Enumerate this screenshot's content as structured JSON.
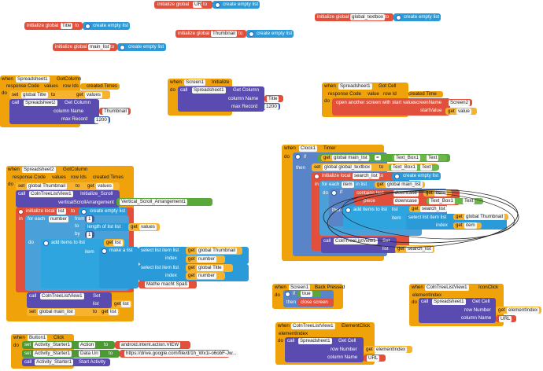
{
  "labels": {
    "initialize_global": "initialize global",
    "initialize_local": "initialize local",
    "to": "to",
    "create_empty_list": "create empty list",
    "when": "when",
    "do": "do",
    "call": "call",
    "set": "set",
    "get": "get",
    "in": "in",
    "if": "if",
    "then": "then",
    "for_each": "for each",
    "item": "item",
    "number": "number",
    "from": "from",
    "by": "by",
    "in_list": "in list",
    "list": "list",
    "index": "index",
    "length_of_list_list": "length of list  list",
    "add_items_to_list": "add items to list",
    "select_list_item_list": "select list item  list",
    "make_a_list": "make a list",
    "contains_text": "contains  text",
    "piece": "piece",
    "downcase": "downcase",
    "close_screen": "close screen",
    "open_another_screen": "open another screen with start value",
    "screenName": "screenName",
    "startValue": "startValue"
  },
  "globals": {
    "url": "URL",
    "title": "Title",
    "main_list": "main_list",
    "thumbnail": "Thumbnail",
    "textbox": "textbox"
  },
  "events": {
    "spreadsheet1_gotcolumn": {
      "component": "Spreadsheet1",
      "event": "GotColumn",
      "params": [
        "response Code",
        "values",
        "row Ids",
        "created Times"
      ]
    },
    "screen1_initialize": {
      "component": "Screen1",
      "event": "Initialize"
    },
    "spreadsheet1_gotcell": {
      "component": "Spreadsheet1",
      "event": "Got Cell",
      "params": [
        "response Code",
        "value",
        "row Id",
        "created Time"
      ]
    },
    "spreadsheet2_gotcolumn": {
      "component": "Spreadsheet2",
      "event": "GotColumn",
      "params": [
        "response Code",
        "values",
        "row Ids",
        "created Times"
      ]
    },
    "clock1_timer": {
      "component": "Clock1",
      "event": "Timer"
    },
    "screen1_backpressed": {
      "component": "Screen1",
      "event": "Back Pressed"
    },
    "colntreelistview1_iconclick": {
      "component": "ColnTreeListView1",
      "event": "IconClick",
      "params": [
        "elementIndex"
      ]
    },
    "colntreelistview1_elementclick": {
      "component": "ColnTreeListView1",
      "event": "ElementClick",
      "params": [
        "elementIndex"
      ]
    },
    "button1_click": {
      "component": "Button1",
      "event": "Click"
    }
  },
  "method_calls": {
    "spreadsheet2_getcolumn": {
      "component": "Spreadsheet2",
      "method": "Get Column",
      "column_name_label": "column Name",
      "max_record_label": "max Record",
      "column_value": "Thumbnail",
      "max_value": "1200"
    },
    "spreadsheet1_getcolumn": {
      "component": "Spreadsheet1",
      "method": "Get Column",
      "column_name_label": "column Name",
      "max_record_label": "max Record",
      "column_value": "Title",
      "max_value": "1200"
    },
    "colntree_initialize_scroll": {
      "component": "ColnTreeListView1",
      "method": "Initialize_Scroll",
      "param_label": "verticalScrollArrangement",
      "param_value": "Vertical_Scroll_Arrangement1"
    },
    "colntree_set1": {
      "component": "ColnTreeListView1",
      "method": "Set",
      "param_label": "list"
    },
    "spreadsheet1_getcell_icon": {
      "component": "Spreadsheet1",
      "method": "Get Cell",
      "row_label": "row Number",
      "col_label": "column Name",
      "col_value": "URL"
    },
    "spreadsheet1_getcell_element": {
      "component": "Spreadsheet1",
      "method": "Get Cell",
      "row_label": "row Number",
      "col_label": "column Name",
      "col_value": "URL"
    }
  },
  "values": {
    "mathe": "Mathe macht Spaß",
    "screen2": "Screen2",
    "search_list": "search_list",
    "text_box1": "Text_Box1",
    "text": "Text",
    "true": "true",
    "elementIndex": "elementIndex",
    "one": "1",
    "eq": "=",
    "empty": " "
  },
  "button1": {
    "component_prop": "Activity_Starter1",
    "action_label": "Action",
    "action_value": "android.intent.action.VIEW",
    "data_uri_label": "Data Uri",
    "data_uri_value": "https://drive.google.com/file/d/1h_Wx1i-o6obF-Jw...",
    "start_label": "Start Activity"
  }
}
